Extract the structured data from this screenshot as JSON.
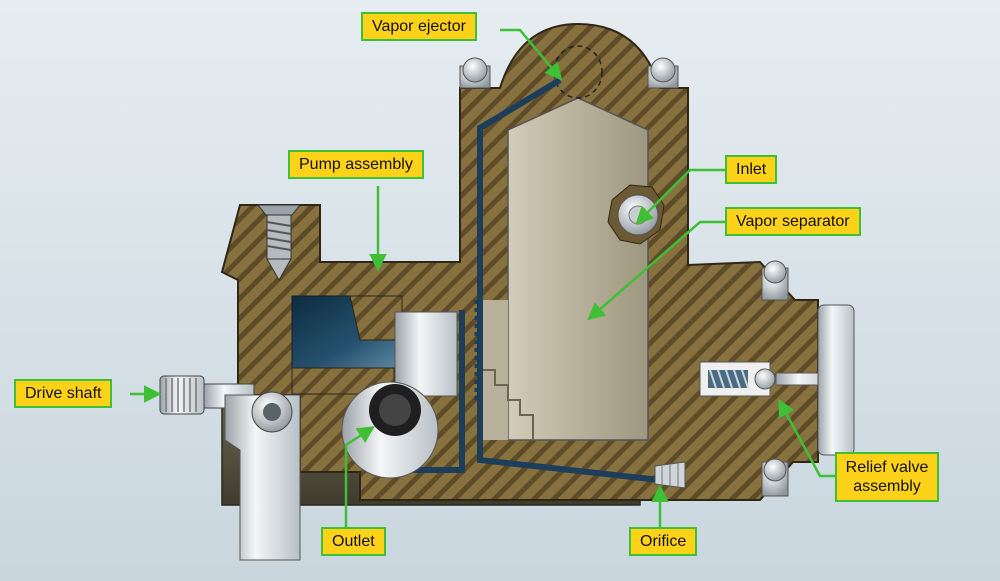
{
  "labels": {
    "vapor_ejector": "Vapor ejector",
    "pump_assembly": "Pump assembly",
    "inlet": "Inlet",
    "vapor_separator": "Vapor separator",
    "drive_shaft": "Drive shaft",
    "relief_valve_line1": "Relief valve",
    "relief_valve_line2": "assembly",
    "outlet": "Outlet",
    "orifice": "Orifice"
  },
  "colors": {
    "callout_fill": "#ffd21a",
    "callout_border": "#3fbf36",
    "leader_line": "#3fbf36",
    "housing": "#7e6a3e",
    "housing_stripe": "#5a4a2a",
    "separator": "#b9b39f",
    "fuel_passage": "#1d3e5a",
    "metal": "#dde3e6"
  }
}
